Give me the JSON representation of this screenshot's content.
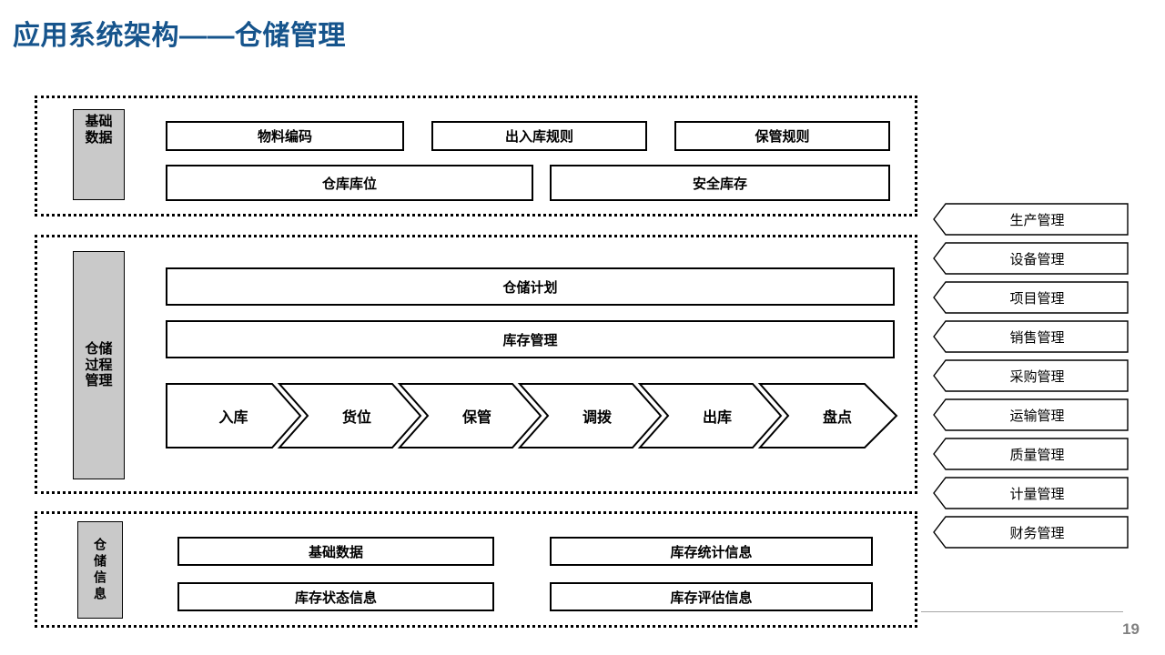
{
  "title": "应用系统架构——仓储管理",
  "theme": {
    "title_color": "#16548C",
    "label_fill": "#c9c9c9",
    "page_number_color": "#808080"
  },
  "sections": [
    {
      "key": "base_data",
      "label": "基础\n数据",
      "label_line1": "基础",
      "label_line2": "数据",
      "rows": [
        [
          "物料编码",
          "出入库规则",
          "保管规则"
        ],
        [
          "仓库库位",
          "安全库存"
        ]
      ]
    },
    {
      "key": "process",
      "label_line1": "仓储",
      "label_line2": "过程",
      "label_line3": "管理",
      "rows": [
        [
          "仓储计划"
        ],
        [
          "库存管理"
        ]
      ],
      "flow": [
        "入库",
        "货位",
        "保管",
        "调拨",
        "出库",
        "盘点"
      ]
    },
    {
      "key": "info",
      "label_vertical": "仓储信息",
      "rows": [
        [
          "基础数据",
          "库存统计信息"
        ],
        [
          "库存状态信息",
          "库存评估信息"
        ]
      ]
    }
  ],
  "base_boxes": {
    "wuliao": "物料编码",
    "churu": "出入库规则",
    "baoguan": "保管规则",
    "cangku": "仓库库位",
    "anquan": "安全库存"
  },
  "process_boxes": {
    "jihua": "仓储计划",
    "kucun": "库存管理"
  },
  "info_boxes": {
    "jichu": "基础数据",
    "tongji": "库存统计信息",
    "zhuangtai": "库存状态信息",
    "pinggu": "库存评估信息"
  },
  "flow_steps": [
    "入库",
    "货位",
    "保管",
    "调拨",
    "出库",
    "盘点"
  ],
  "side_modules": [
    "生产管理",
    "设备管理",
    "项目管理",
    "销售管理",
    "采购管理",
    "运输管理",
    "质量管理",
    "计量管理",
    "财务管理"
  ],
  "footer": {
    "page_number": "19"
  }
}
